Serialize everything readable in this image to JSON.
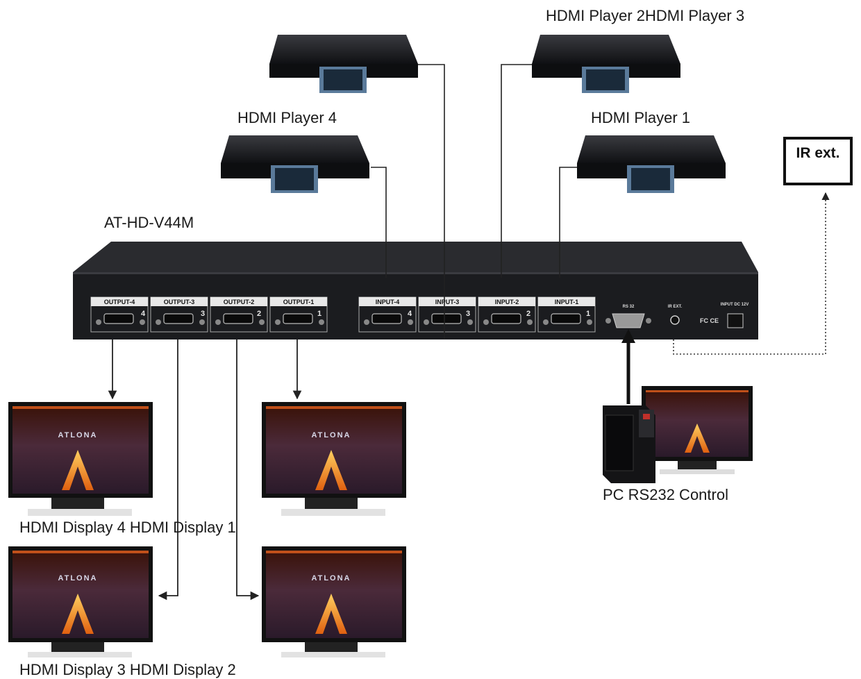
{
  "device": {
    "model": "AT-HD-V44M",
    "outputs": [
      "OUTPUT-4",
      "OUTPUT-3",
      "OUTPUT-2",
      "OUTPUT-1"
    ],
    "output_numbers": [
      "4",
      "3",
      "2",
      "1"
    ],
    "inputs": [
      "INPUT-4",
      "INPUT-3",
      "INPUT-2",
      "INPUT-1"
    ],
    "input_numbers": [
      "4",
      "3",
      "2",
      "1"
    ],
    "rs232_label": "RS 32",
    "ir_label": "IR EXT.",
    "power_label": "INPUT DC 12V",
    "cert_label": "FC CE"
  },
  "labels": {
    "player_top_pair": "HDMI Player 2HDMI Player 3",
    "player_4": "HDMI Player 4",
    "player_1": "HDMI Player 1",
    "ir_ext": "IR ext.",
    "pc_control": "PC RS232 Control",
    "display_row1": "HDMI Display 4 HDMI Display 1",
    "display_row2": "HDMI Display 3 HDMI Display 2"
  },
  "brand": "ATLONA",
  "colors": {
    "device_body": "#1b1c1f",
    "line": "#222222",
    "screen_top": "#c0501a"
  }
}
